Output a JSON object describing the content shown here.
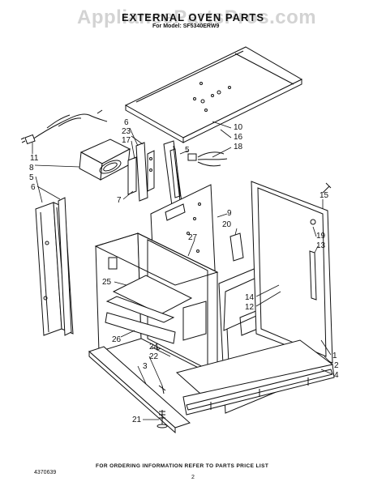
{
  "header": {
    "title": "EXTERNAL OVEN PARTS",
    "model": "For Model: SF5340ERW9",
    "watermark": "AppliancePartsPros.com"
  },
  "callouts": [
    "1",
    "2",
    "3",
    "4",
    "5",
    "6",
    "7",
    "8",
    "9",
    "10",
    "11",
    "12",
    "13",
    "14",
    "15",
    "16",
    "17",
    "18",
    "19",
    "20",
    "21",
    "22",
    "23",
    "24",
    "25",
    "26",
    "27"
  ],
  "footer": {
    "note": "FOR ORDERING INFORMATION REFER TO PARTS PRICE LIST",
    "code": "4370639",
    "page": "2"
  }
}
